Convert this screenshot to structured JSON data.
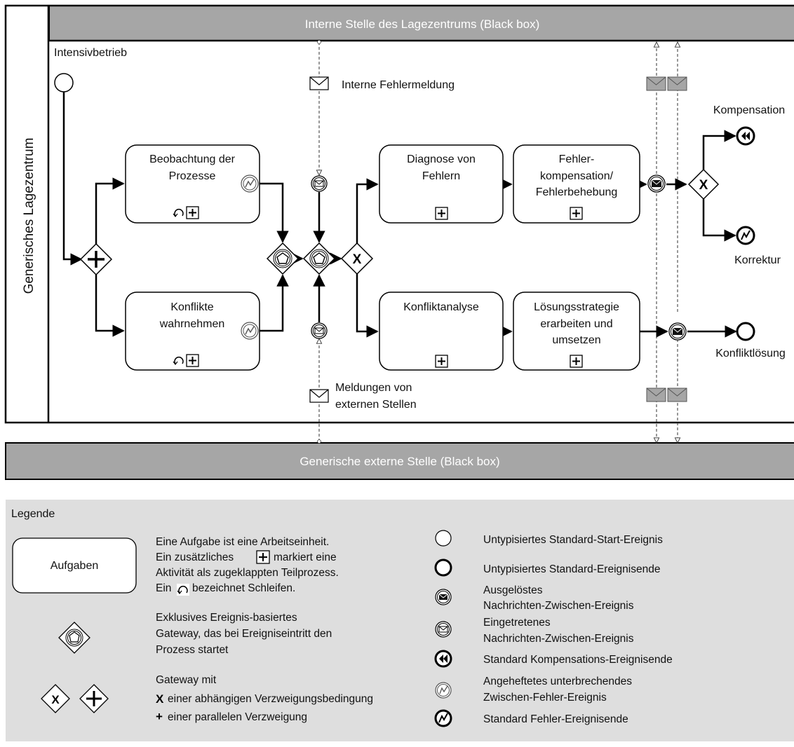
{
  "pools": {
    "top_title": "Interne Stelle des Lagezentrums (Black box)",
    "main_title": "Generisches Lagezentrum",
    "bottom_title": "Generische externe Stelle (Black box)"
  },
  "lane": {
    "title": "Intensivbetrieb"
  },
  "tasks": {
    "beobachtung": [
      "Beobachtung der",
      "Prozesse"
    ],
    "konflikte": [
      "Konflikte",
      "wahrnehmen"
    ],
    "diagnose": [
      "Diagnose von",
      "Fehlern"
    ],
    "fehlerkomp": [
      "Fehler-",
      "kompensation/",
      "Fehlerbehebung"
    ],
    "konfliktanalyse": [
      "Konfliktanalyse"
    ],
    "loesung": [
      "Lösungsstrategie",
      "erarbeiten und",
      "umsetzen"
    ]
  },
  "messages": {
    "intern": "Interne Fehlermeldung",
    "extern": [
      "Meldungen von",
      "externen Stellen"
    ]
  },
  "end_events": {
    "kompensation": "Kompensation",
    "korrektur": "Korrektur",
    "konfliktloesung": "Konfliktlösung"
  },
  "gateway_symbols": {
    "exclusive": "X"
  },
  "legend": {
    "title": "Legende",
    "task_label": "Aufgaben",
    "task_desc": [
      "Eine Aufgabe ist eine Arbeitseinheit.",
      "Ein zusätzliches",
      "markiert eine",
      "Aktivität als zugeklappten Teilprozess.",
      "Ein",
      "bezeichnet Schleifen."
    ],
    "event_gateway_desc": [
      "Exklusives Ereignis-basiertes",
      "Gateway, das bei Ereigniseintritt den",
      "Prozess startet"
    ],
    "gateway_desc": [
      "Gateway mit",
      "einer abhängigen Verzweigungsbedingung",
      "einer parallelen Verzweigung"
    ],
    "x_symbol": "X",
    "plus_symbol": "+",
    "events": [
      [
        "Untypisiertes Standard-Start-Ereignis"
      ],
      [
        "Untypisiertes Standard-Ereignisende"
      ],
      [
        "Ausgelöstes",
        "Nachrichten-Zwischen-Ereignis"
      ],
      [
        "Eingetretenes",
        "Nachrichten-Zwischen-Ereignis"
      ],
      [
        "Standard Kompensations-Ereignisende"
      ],
      [
        "Angeheftetes unterbrechendes",
        "Zwischen-Fehler-Ereignis"
      ],
      [
        "Standard Fehler-Ereignisende"
      ]
    ]
  },
  "colors": {
    "band": "#a6a6a6",
    "band_text": "#ffffff",
    "legend_bg": "#dedede",
    "line": "#000000",
    "envelope_filled": "#a6a6a6"
  }
}
